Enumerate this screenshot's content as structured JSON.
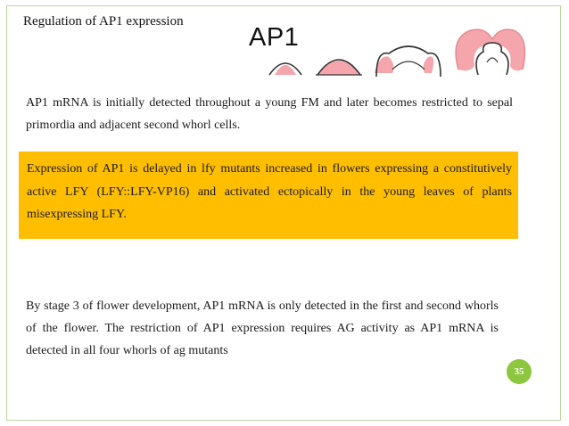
{
  "slide": {
    "title": "Regulation of AP1 expression",
    "figure_label": "AP1",
    "paragraph1": "AP1 mRNA is initially detected throughout a young FM and later becomes restricted to sepal primordia and adjacent second whorl cells.",
    "paragraph2": "Expression of AP1 is delayed in lfy mutants increased in flowers expressing a constitutively active LFY (LFY::LFY-VP16) and activated ectopically in the young leaves of plants misexpressing LFY.",
    "paragraph3": "By stage 3 of flower development, AP1 mRNA is only detected in the first and second whorls of the flower. The restriction of AP1 expression requires AG activity as AP1 mRNA is detected in all four whorls of ag mutants",
    "page_number": "35"
  },
  "colors": {
    "highlight": "#ffbf00",
    "expression_pink": "#f4a6ac",
    "page_badge": "#8dc63f",
    "frame": "#b9d9a0"
  }
}
